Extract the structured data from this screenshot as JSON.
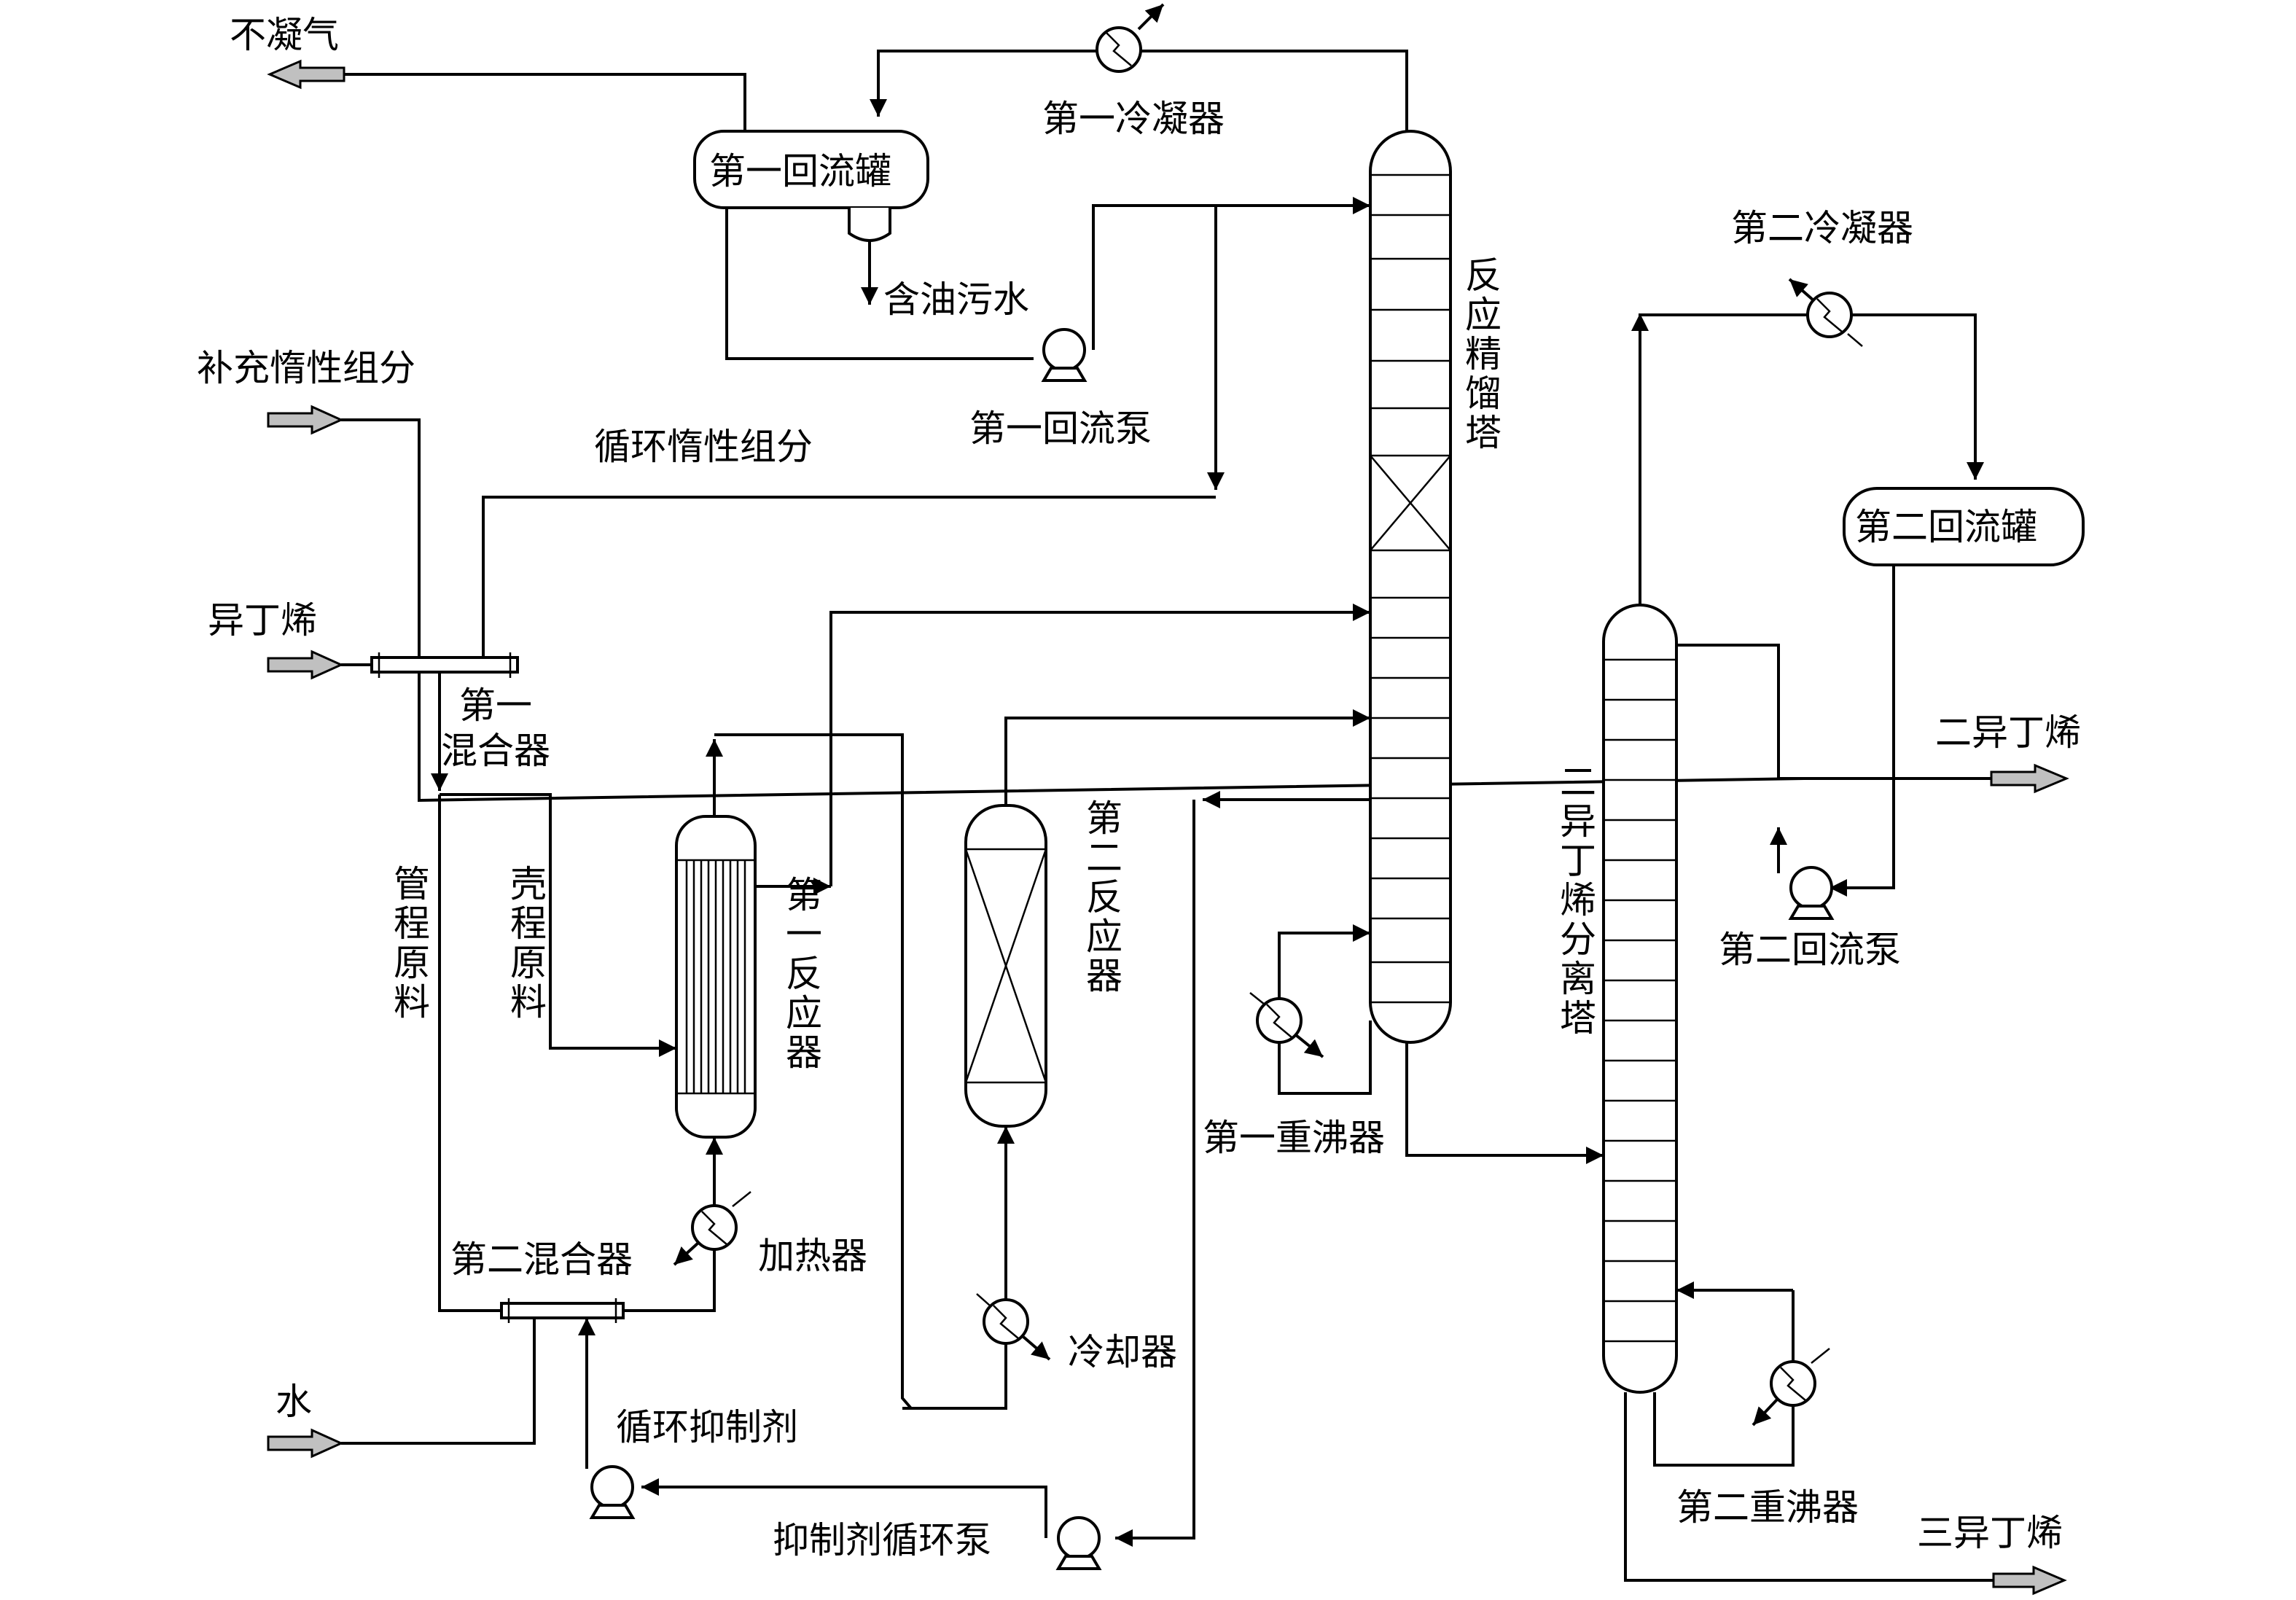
{
  "labels": {
    "noncondensable_gas": "不凝气",
    "first_condenser": "第一冷凝器",
    "first_reflux_tank": "第一回流罐",
    "oily_wastewater": "含油污水",
    "first_reflux_pump": "第一回流泵",
    "reactive_distillation_column": "反应精馏塔",
    "makeup_inert": "补充惰性组分",
    "recycle_inert": "循环惰性组分",
    "isobutene": "异丁烯",
    "first_mixer_line1": "第一",
    "first_mixer_line2": "混合器",
    "tube_feed": "管程原料",
    "shell_feed": "壳程原料",
    "first_reactor": "第一反应器",
    "second_reactor": "第二反应器",
    "second_condenser": "第二冷凝器",
    "second_reflux_tank": "第二回流罐",
    "diisobutene_column": "二异丁烯分离塔",
    "diisobutene": "二异丁烯",
    "second_reflux_pump": "第二回流泵",
    "first_reboiler": "第一重沸器",
    "second_mixer": "第二混合器",
    "heater": "加热器",
    "cooler": "冷却器",
    "water": "水",
    "recycle_inhibitor": "循环抑制剂",
    "inhibitor_recycle_pump": "抑制剂循环泵",
    "second_reboiler": "第二重沸器",
    "triisobutene": "三异丁烯"
  }
}
